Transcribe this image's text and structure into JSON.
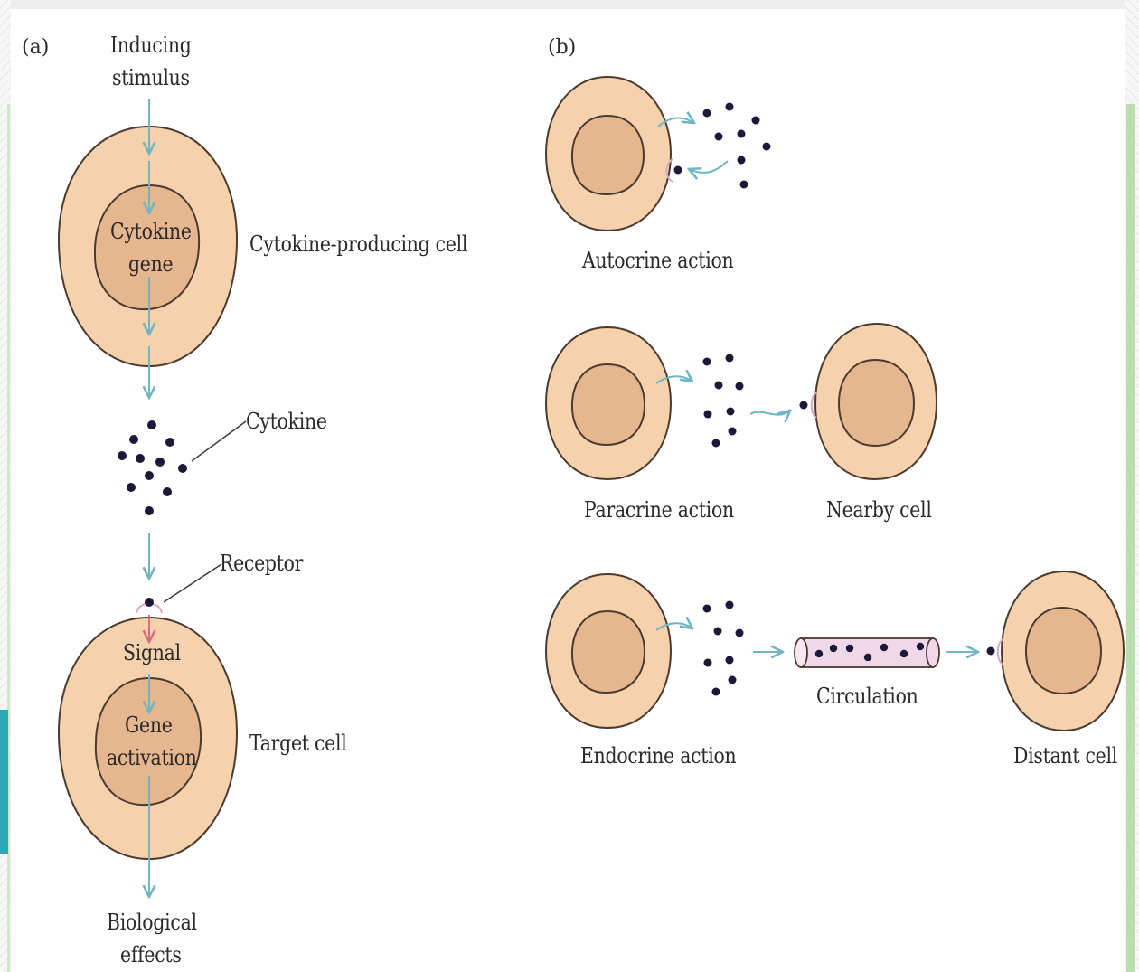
{
  "panel_a": {
    "label": "(a)",
    "inducing_stimulus": [
      "Inducing",
      "stimulus"
    ],
    "nucleus_top": [
      "Cytokine",
      "gene"
    ],
    "producing_cell": "Cytokine-producing cell",
    "cytokine": "Cytokine",
    "receptor": "Receptor",
    "signal": "Signal",
    "nucleus_bottom": [
      "Gene",
      "activation"
    ],
    "target_cell": "Target cell",
    "effects": [
      "Biological",
      "effects"
    ]
  },
  "panel_b": {
    "label": "(b)",
    "autocrine": "Autocrine action",
    "paracrine": "Paracrine action",
    "nearby": "Nearby cell",
    "circulation": "Circulation",
    "endocrine": "Endocrine action",
    "distant": "Distant cell"
  },
  "colors": {
    "cell_fill": "#f6d2ac",
    "nucleus_fill": "#e6b68e",
    "outline": "#4a3a30",
    "arrow": "#6fb5c4",
    "signal_arrow": "#d36f7f",
    "dot": "#1b1838",
    "vessel": "#f1d8e8"
  }
}
